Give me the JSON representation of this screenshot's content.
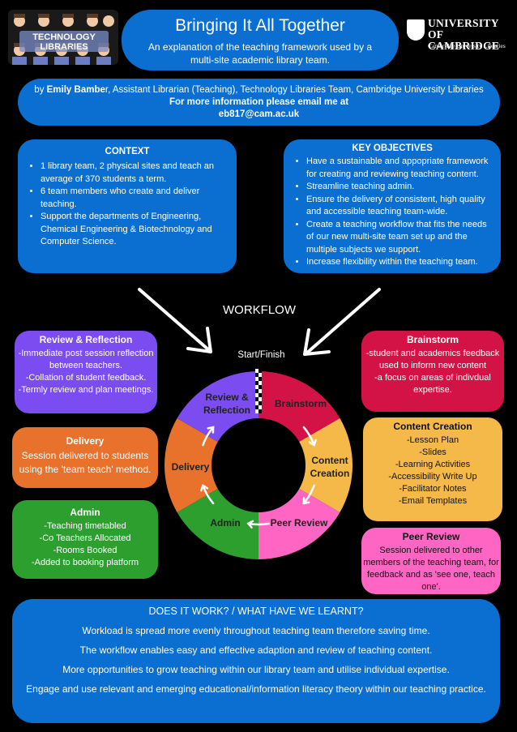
{
  "header": {
    "logo_text_line1": "TECHNOLOGY",
    "logo_text_line2": "LIBRARIES",
    "title": "Bringing It All Together",
    "subtitle": "An explanation of the teaching framework used by a multi-site academic library team.",
    "university_line1": "UNIVERSITY OF",
    "university_line2": "CAMBRIDGE",
    "university_sub": "Cambridge University Libraries"
  },
  "author": {
    "prefix": "by ",
    "name": "Emily Bambe",
    "rest": "r, Assistant Librarian (Teaching), Technology Libraries Team, Cambridge University Libraries",
    "contact_line": "For more information please email me at",
    "email": "eb817@cam.ac.uk"
  },
  "context": {
    "title": "CONTEXT",
    "items": [
      "1 library team, 2 physical sites and teach an average of 370 students a term.",
      "6 team members who create and deliver teaching.",
      "Support the departments of Engineering, Chemical Engineering & Biotechnology and Computer Science."
    ]
  },
  "objectives": {
    "title": "KEY OBJECTIVES",
    "items": [
      "Have a sustainable and appopriate framework for creating and reviewing teaching content.",
      "Streamline teaching admin.",
      "Ensure the delivery of consistent, high quality and accessible teaching team-wide.",
      " Create a teaching workflow that fits the needs of our new multi-site team set up and the multiple subjects we support.",
      "Increase flexibility within the teaching team."
    ]
  },
  "workflow": {
    "title": "WORKFLOW",
    "start_finish": "Start/Finish",
    "segments": {
      "brainstorm": "Brainstorm",
      "content_line1": "Content",
      "content_line2": "Creation",
      "peer_review": "Peer Review",
      "admin": "Admin",
      "delivery": "Delivery",
      "review_line1": "Review &",
      "review_line2": "Reflection"
    },
    "colors": {
      "brainstorm": "#d31246",
      "content": "#f4b949",
      "peer": "#ff66c4",
      "admin": "#2d9f2f",
      "delivery": "#e8712c",
      "review": "#7b4cf0"
    }
  },
  "cards": {
    "review": {
      "title": "Review & Reflection",
      "lines": [
        "-Immediate post session reflection between teachers.",
        "-Collation of student feedback.",
        "-Termly review and plan meetings."
      ]
    },
    "delivery": {
      "title": "Delivery",
      "desc": "Session delivered to students using the 'team teach' method."
    },
    "admin": {
      "title": "Admin",
      "lines": [
        "-Teaching timetabled",
        "-Co Teachers Allocated",
        "-Rooms Booked",
        "-Added to booking platform"
      ]
    },
    "brainstorm": {
      "title": "Brainstorm",
      "lines": [
        "-student and academics feedback used to inform new content",
        "-a focus on areas of indivdual expertise."
      ]
    },
    "content": {
      "title": "Content Creation",
      "lines": [
        "-Lesson Plan",
        "-Slides",
        "-Learning Activities",
        "-Accessibility Write Up",
        "-Facilitator Notes",
        "-Email Templates"
      ]
    },
    "peer": {
      "title": "Peer Review",
      "desc": "Session delivered to other members of the teaching team, for feedback and as 'see one, teach one'."
    }
  },
  "results": {
    "title": "DOES IT WORK? / WHAT HAVE WE LEARNT?",
    "points": [
      "Workload is spread more evenly throughout teaching team therefore saving time.",
      "The workflow enables easy and effective adaption and review of teaching content.",
      "More opportunities to grow teaching within our library team and utilise individual expertise.",
      "Engage and use relevant and emerging educational/information literacy theory within our teaching practice."
    ]
  }
}
